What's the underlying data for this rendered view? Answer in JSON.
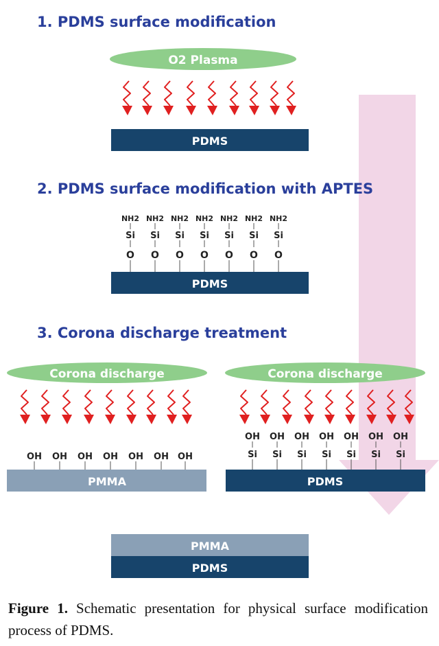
{
  "steps": [
    {
      "title": "1. PDMS surface modification"
    },
    {
      "title": "2. PDMS surface modification with APTES"
    },
    {
      "title": "3. Corona discharge treatment"
    }
  ],
  "plasma_label": "O2 Plasma",
  "corona_label": "Corona discharge",
  "substrates": {
    "pdms": "PDMS",
    "pmma": "PMMA"
  },
  "groups": {
    "amine": "NH2",
    "silicon": "Si",
    "oxygen": "O",
    "hydroxyl": "OH"
  },
  "caption": {
    "label": "Figure 1.",
    "text": "Schematic presentation for physical surface modification process of PDMS."
  },
  "colors": {
    "title_blue": "#2a3f9b",
    "plasma_green": "#8fce8b",
    "pdms_navy": "#17446b",
    "pmma_gray": "#8aa0b6",
    "arrow_red": "#e02020",
    "flow_arrow_pink": "#f1d2e4"
  }
}
